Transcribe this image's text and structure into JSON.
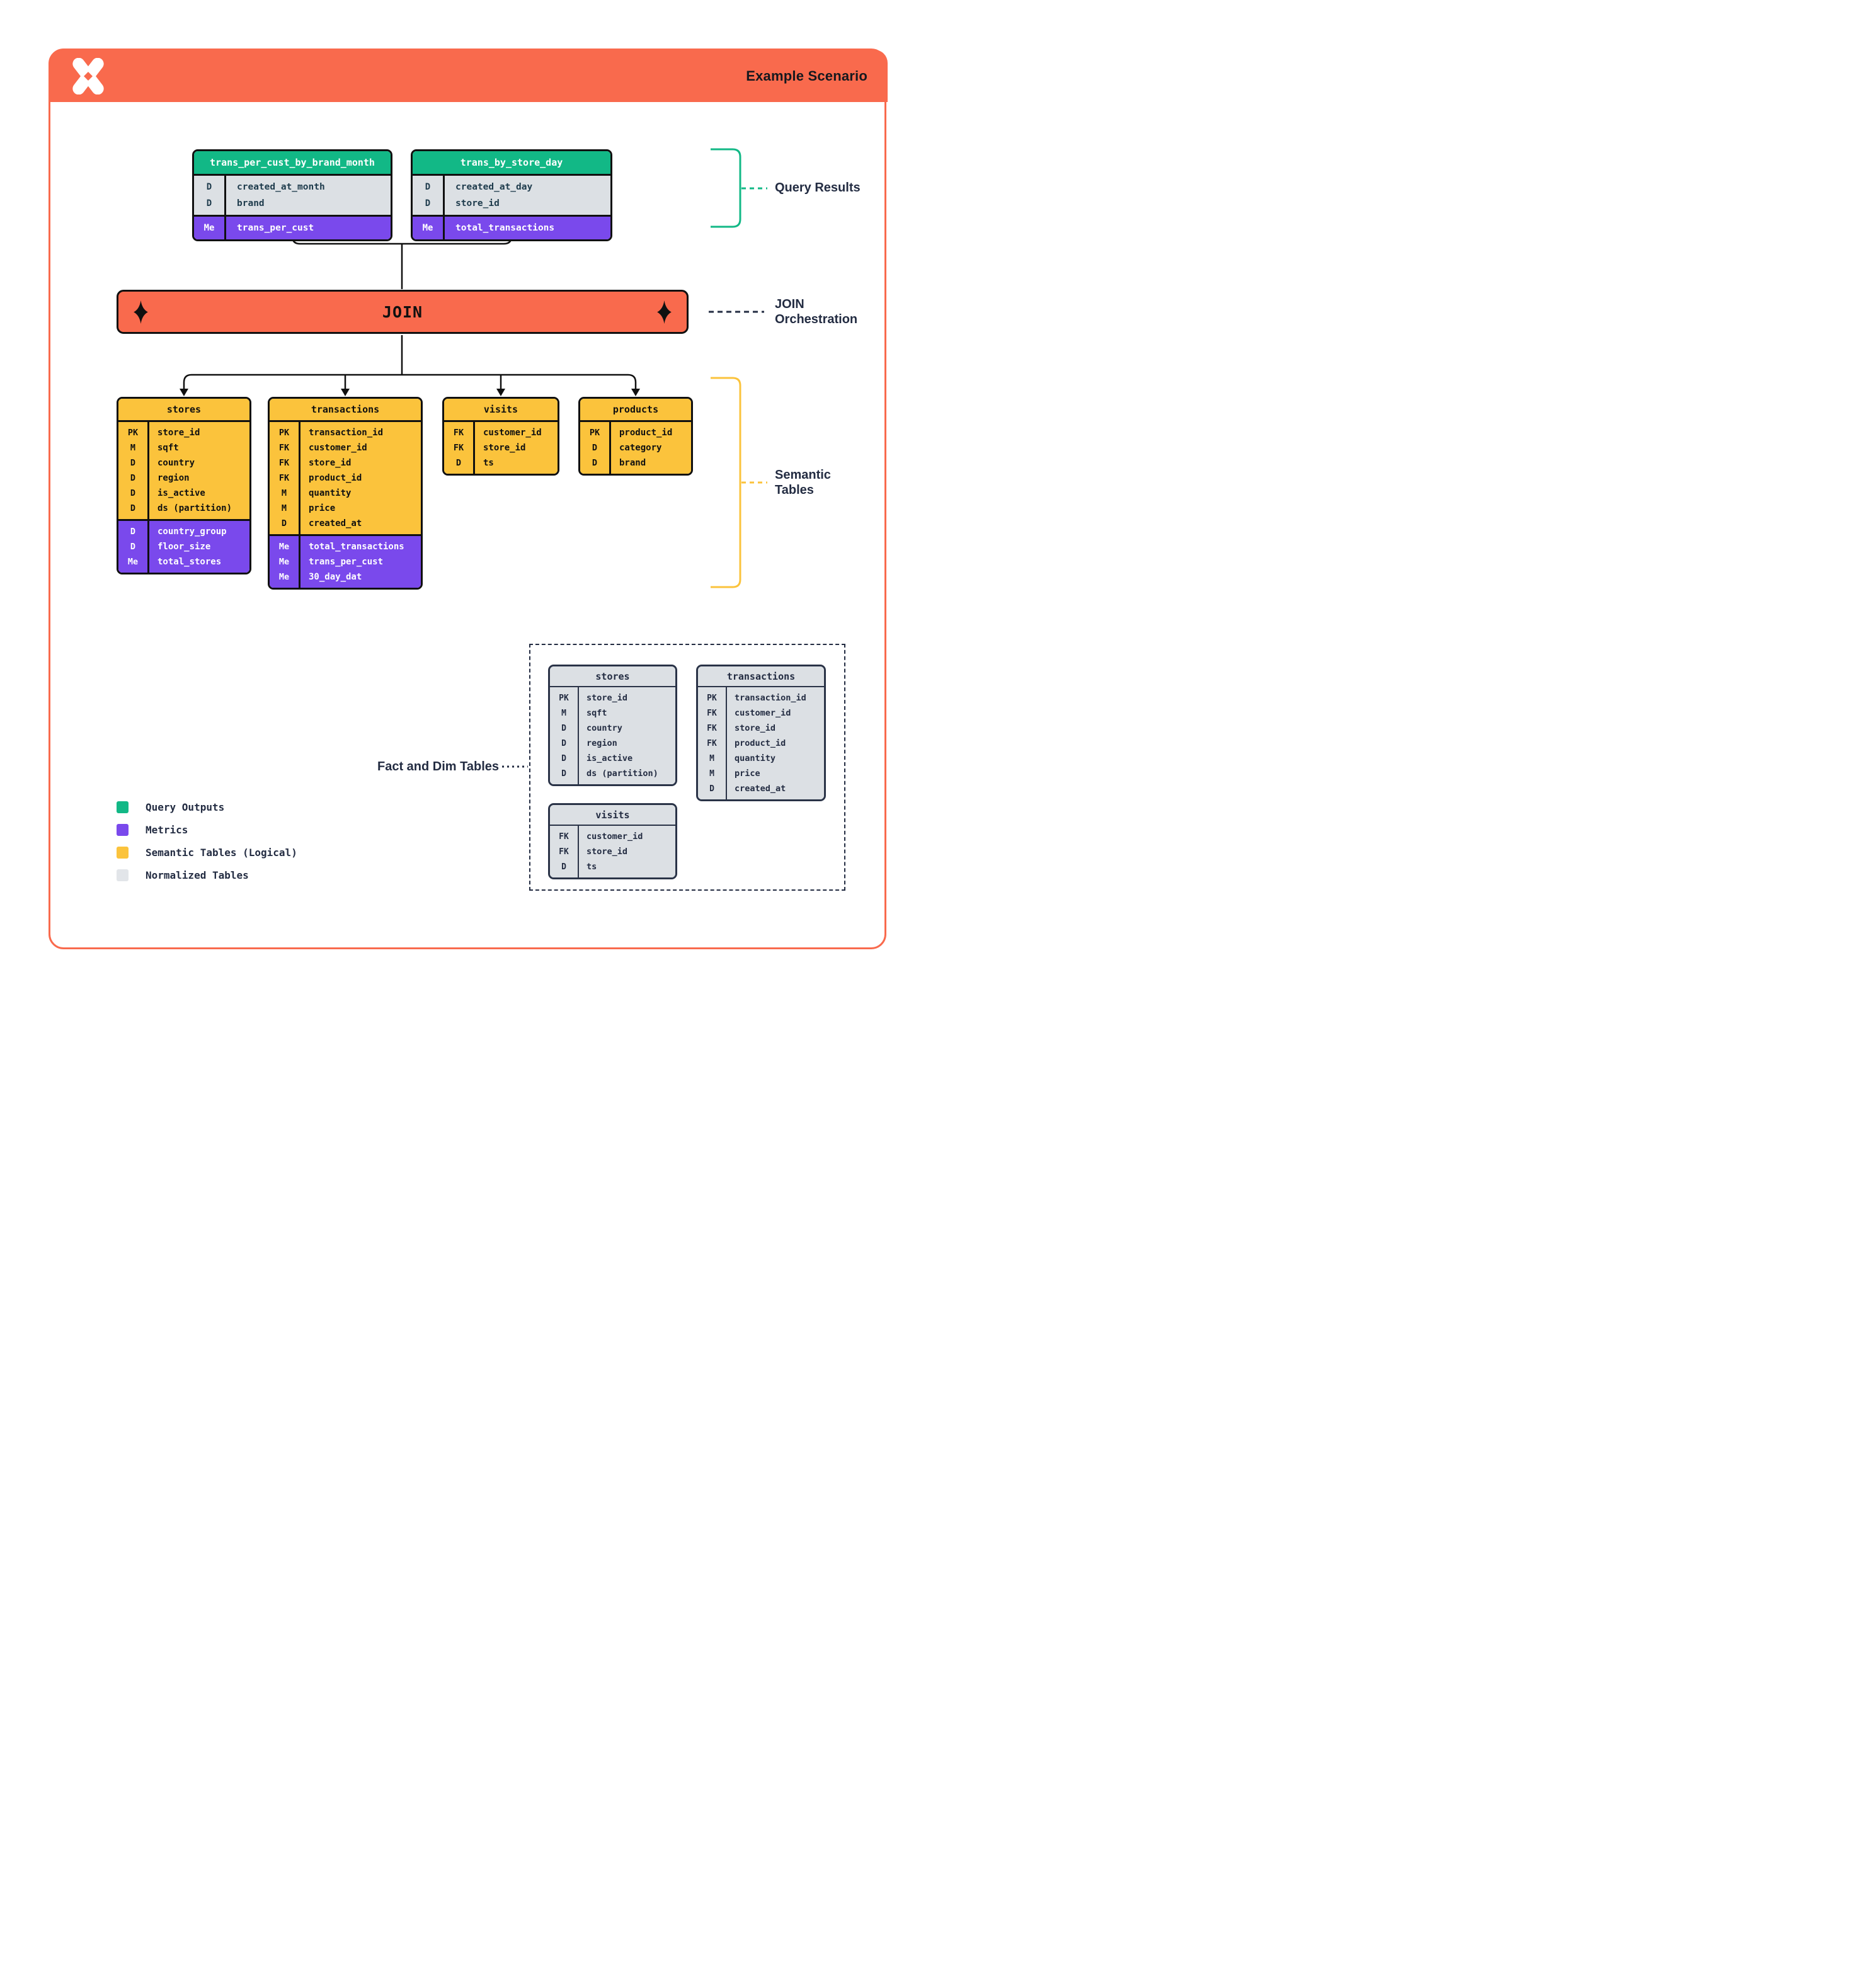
{
  "header": {
    "title": "Example Scenario"
  },
  "join": {
    "label": "JOIN"
  },
  "labels": {
    "query_results": "Query Results",
    "join_orchestration": "JOIN\nOrchestration",
    "semantic_tables": "Semantic\nTables",
    "fact_dim": "Fact and Dim Tables"
  },
  "query_tables": [
    {
      "name": "trans_per_cust_by_brand_month",
      "dims": [
        [
          "D",
          "created_at_month"
        ],
        [
          "D",
          "brand"
        ]
      ],
      "metrics": [
        [
          "Me",
          "trans_per_cust"
        ]
      ]
    },
    {
      "name": "trans_by_store_day",
      "dims": [
        [
          "D",
          "created_at_day"
        ],
        [
          "D",
          "store_id"
        ]
      ],
      "metrics": [
        [
          "Me",
          "total_transactions"
        ]
      ]
    }
  ],
  "semantic_tables": [
    {
      "name": "stores",
      "physical": [
        [
          "PK",
          "store_id"
        ],
        [
          "M",
          "sqft"
        ],
        [
          "D",
          "country"
        ],
        [
          "D",
          "region"
        ],
        [
          "D",
          "is_active"
        ],
        [
          "D",
          "ds (partition)"
        ]
      ],
      "virtual": [
        [
          "D",
          "country_group"
        ],
        [
          "D",
          "floor_size"
        ],
        [
          "Me",
          "total_stores"
        ]
      ]
    },
    {
      "name": "transactions",
      "physical": [
        [
          "PK",
          "transaction_id"
        ],
        [
          "FK",
          "customer_id"
        ],
        [
          "FK",
          "store_id"
        ],
        [
          "FK",
          "product_id"
        ],
        [
          "M",
          "quantity"
        ],
        [
          "M",
          "price"
        ],
        [
          "D",
          "created_at"
        ]
      ],
      "virtual": [
        [
          "Me",
          "total_transactions"
        ],
        [
          "Me",
          "trans_per_cust"
        ],
        [
          "Me",
          "30_day_dat"
        ]
      ]
    },
    {
      "name": "visits",
      "physical": [
        [
          "FK",
          "customer_id"
        ],
        [
          "FK",
          "store_id"
        ],
        [
          "D",
          "ts"
        ]
      ],
      "virtual": []
    },
    {
      "name": "products",
      "physical": [
        [
          "PK",
          "product_id"
        ],
        [
          "D",
          "category"
        ],
        [
          "D",
          "brand"
        ]
      ],
      "virtual": []
    }
  ],
  "normalized_tables": [
    {
      "name": "stores",
      "rows": [
        [
          "PK",
          "store_id"
        ],
        [
          "M",
          "sqft"
        ],
        [
          "D",
          "country"
        ],
        [
          "D",
          "region"
        ],
        [
          "D",
          "is_active"
        ],
        [
          "D",
          "ds (partition)"
        ]
      ]
    },
    {
      "name": "transactions",
      "rows": [
        [
          "PK",
          "transaction_id"
        ],
        [
          "FK",
          "customer_id"
        ],
        [
          "FK",
          "store_id"
        ],
        [
          "FK",
          "product_id"
        ],
        [
          "M",
          "quantity"
        ],
        [
          "M",
          "price"
        ],
        [
          "D",
          "created_at"
        ]
      ]
    },
    {
      "name": "visits",
      "rows": [
        [
          "FK",
          "customer_id"
        ],
        [
          "FK",
          "store_id"
        ],
        [
          "D",
          "ts"
        ]
      ]
    }
  ],
  "legend": [
    {
      "color": "#12B886",
      "label": "Query Outputs"
    },
    {
      "color": "#7A49EC",
      "label": "Metrics"
    },
    {
      "color": "#FBC33C",
      "label": "Semantic Tables (Logical)"
    },
    {
      "color": "#E2E5E9",
      "label": "Normalized Tables"
    }
  ],
  "colors": {
    "accent_orange": "#F96A4D",
    "accent_green": "#12B886",
    "accent_purple": "#7A49EC",
    "accent_yellow": "#FBC33C",
    "normalized_gray": "#DCE0E4",
    "ink_navy": "#232C42",
    "line_black": "#101010"
  }
}
